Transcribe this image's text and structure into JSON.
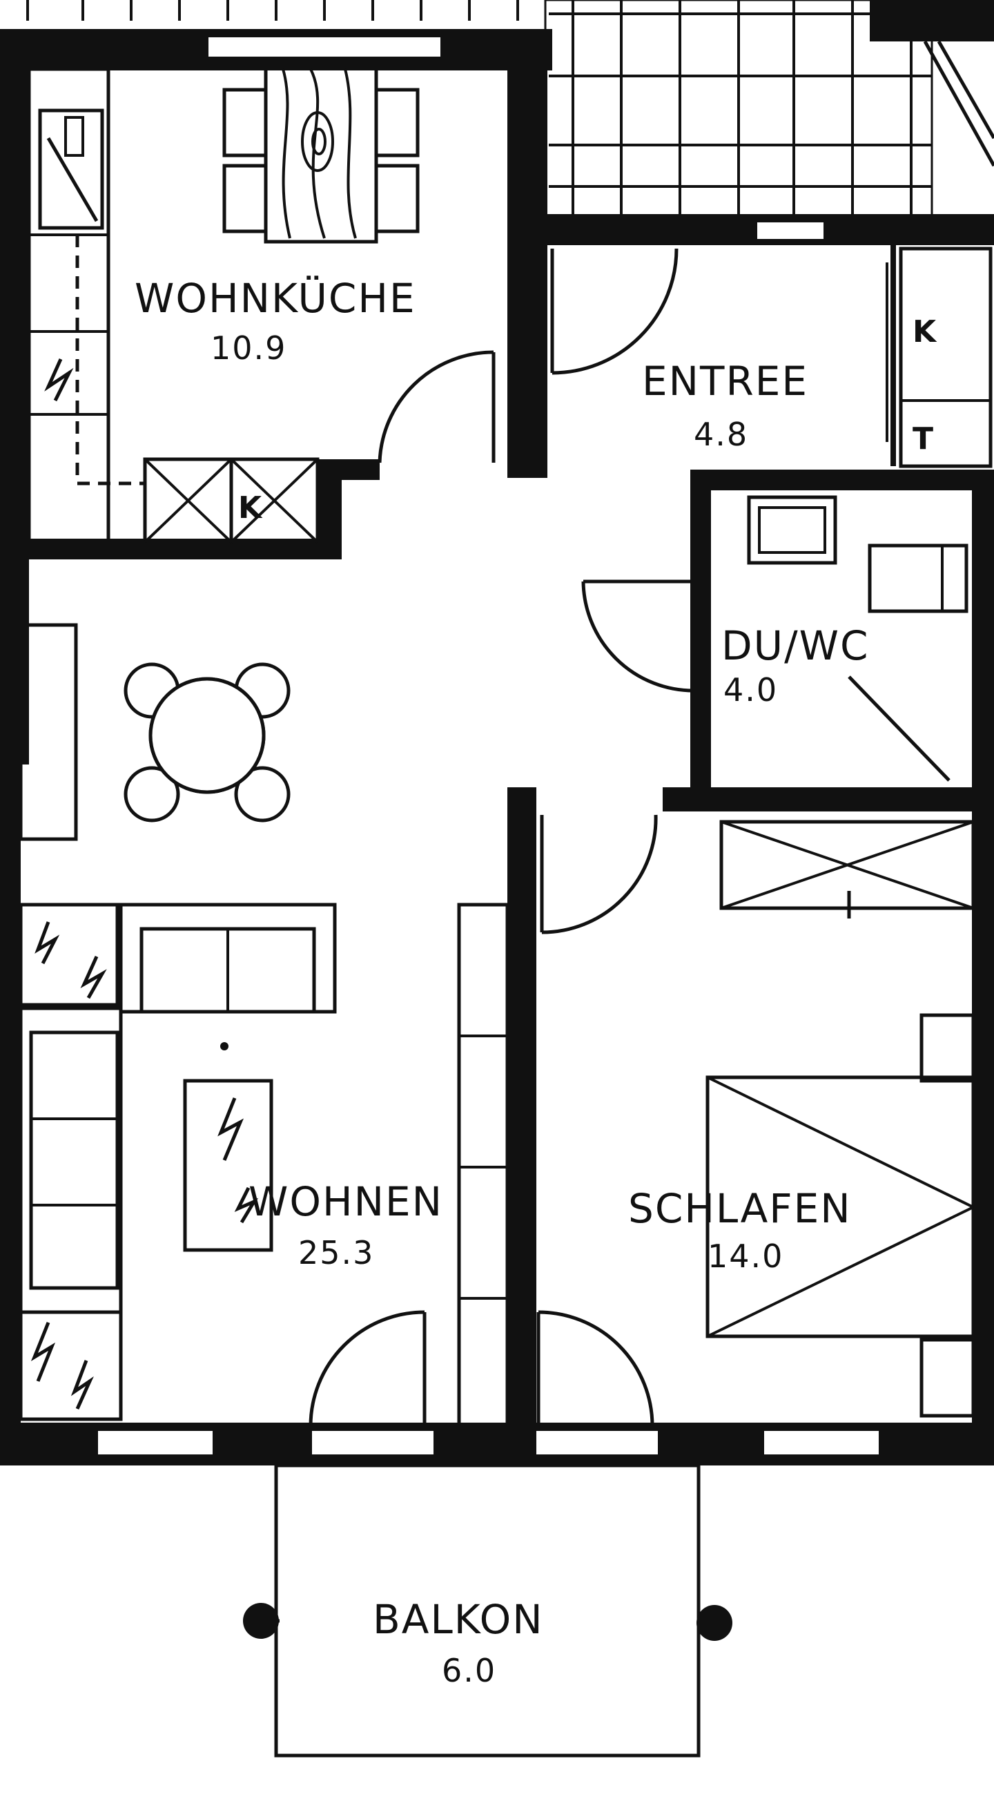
{
  "rooms": {
    "wohnkueche": {
      "name": "WOHNKÜCHE",
      "area": "10.9"
    },
    "entree": {
      "name": "ENTREE",
      "area": "4.8"
    },
    "duwc": {
      "name": "DU/WC",
      "area": "4.0"
    },
    "wohnen": {
      "name": "WOHNEN",
      "area": "25.3"
    },
    "schlafen": {
      "name": "SCHLAFEN",
      "area": "14.0"
    },
    "balkon": {
      "name": "BALKON",
      "area": "6.0"
    }
  },
  "marks": {
    "kitchen_closet": "K",
    "entree_closet": "K",
    "entree_coat": "T"
  },
  "colors": {
    "ink": "#111111",
    "paper": "#ffffff"
  }
}
